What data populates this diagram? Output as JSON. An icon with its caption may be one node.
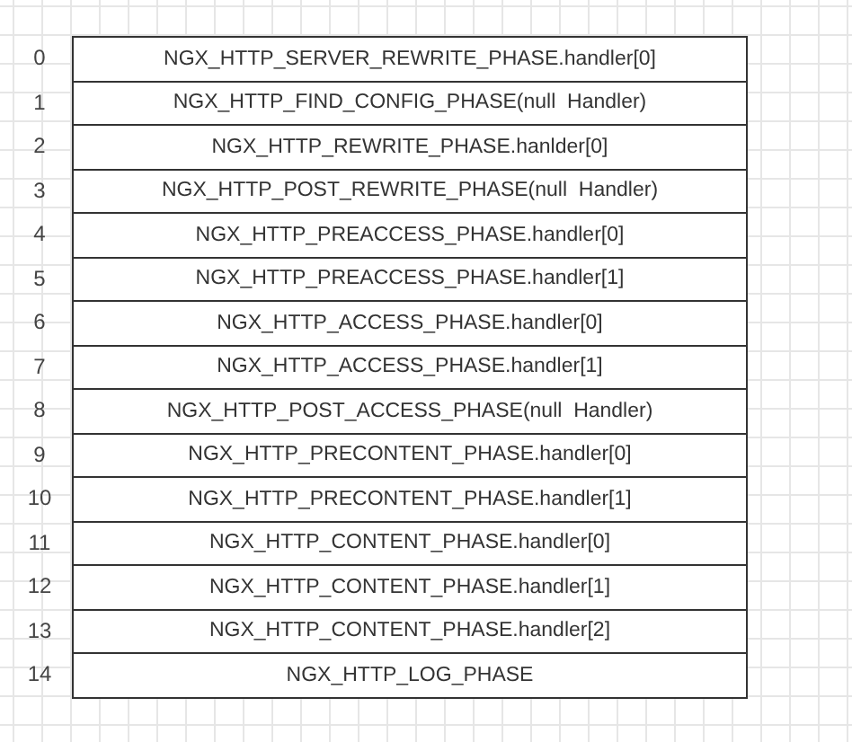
{
  "diagram": {
    "nodes": [
      {
        "text": [
          "NGX_HTTP_SERVER_REWRITE_PHASE.handler[0]"
        ],
        "beside": [
          "0"
        ]
      },
      {
        "text": [
          "NGX_HTTP_FIND_CONFIG_PHASE(null  Handler)"
        ],
        "beside": [
          "1"
        ]
      },
      {
        "text": [
          "NGX_HTTP_REWRITE_PHASE.hanlder[0]"
        ],
        "beside": [
          "2"
        ]
      },
      {
        "text": [
          "NGX_HTTP_POST_REWRITE_PHASE(null  Handler)"
        ],
        "beside": [
          "3"
        ]
      },
      {
        "text": [
          "NGX_HTTP_PREACCESS_PHASE.handler[0]"
        ],
        "beside": [
          "4"
        ]
      },
      {
        "text": [
          "NGX_HTTP_PREACCESS_PHASE.handler[1]"
        ],
        "beside": [
          "5"
        ]
      },
      {
        "text": [
          "NGX_HTTP_ACCESS_PHASE.handler[0]"
        ],
        "beside": [
          "6"
        ]
      },
      {
        "text": [
          "NGX_HTTP_ACCESS_PHASE.handler[1]"
        ],
        "beside": [
          "7"
        ]
      },
      {
        "text": [
          "NGX_HTTP_POST_ACCESS_PHASE(null  Handler)"
        ],
        "beside": [
          "8"
        ]
      },
      {
        "text": [
          "NGX_HTTP_PRECONTENT_PHASE.handler[0]"
        ],
        "beside": [
          "9"
        ]
      },
      {
        "text": [
          "NGX_HTTP_PRECONTENT_PHASE.handler[1]"
        ],
        "beside": [
          "10"
        ]
      },
      {
        "text": [
          "NGX_HTTP_CONTENT_PHASE.handler[0]"
        ],
        "beside": [
          "11"
        ]
      },
      {
        "text": [
          "NGX_HTTP_CONTENT_PHASE.handler[1]"
        ],
        "beside": [
          "12"
        ]
      },
      {
        "text": [
          "NGX_HTTP_CONTENT_PHASE.handler[2]"
        ],
        "beside": [
          "13"
        ]
      },
      {
        "text": [
          "NGX_HTTP_LOG_PHASE"
        ],
        "beside": [
          "14"
        ]
      }
    ]
  }
}
